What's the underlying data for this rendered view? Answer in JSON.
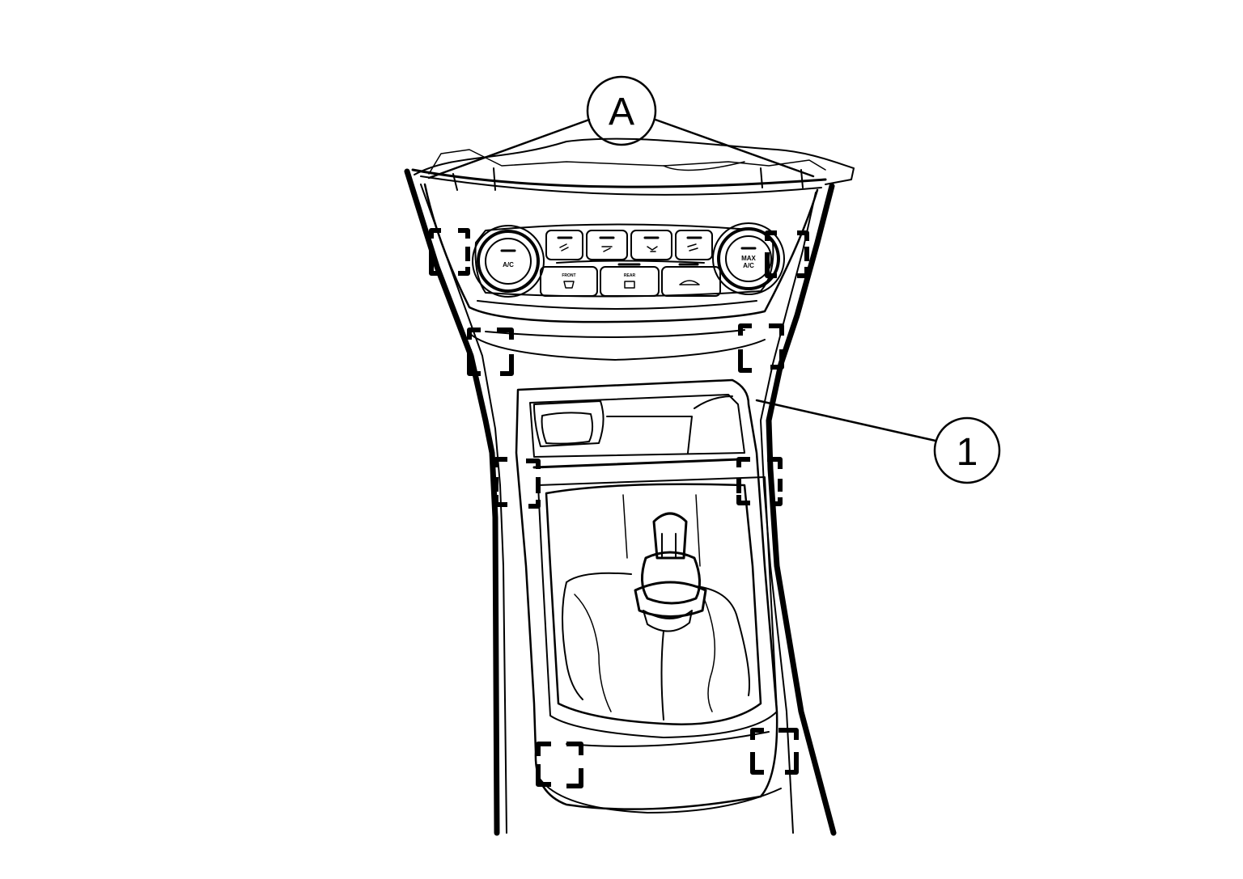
{
  "callouts": {
    "a": "A",
    "one": "1"
  },
  "panel": {
    "left_knob_label": "A/C",
    "right_knob_line1": "MAX",
    "right_knob_line2": "A/C",
    "front_label": "FRONT",
    "rear_label": "REAR"
  },
  "colors": {
    "stroke": "#000000",
    "background": "#ffffff"
  }
}
